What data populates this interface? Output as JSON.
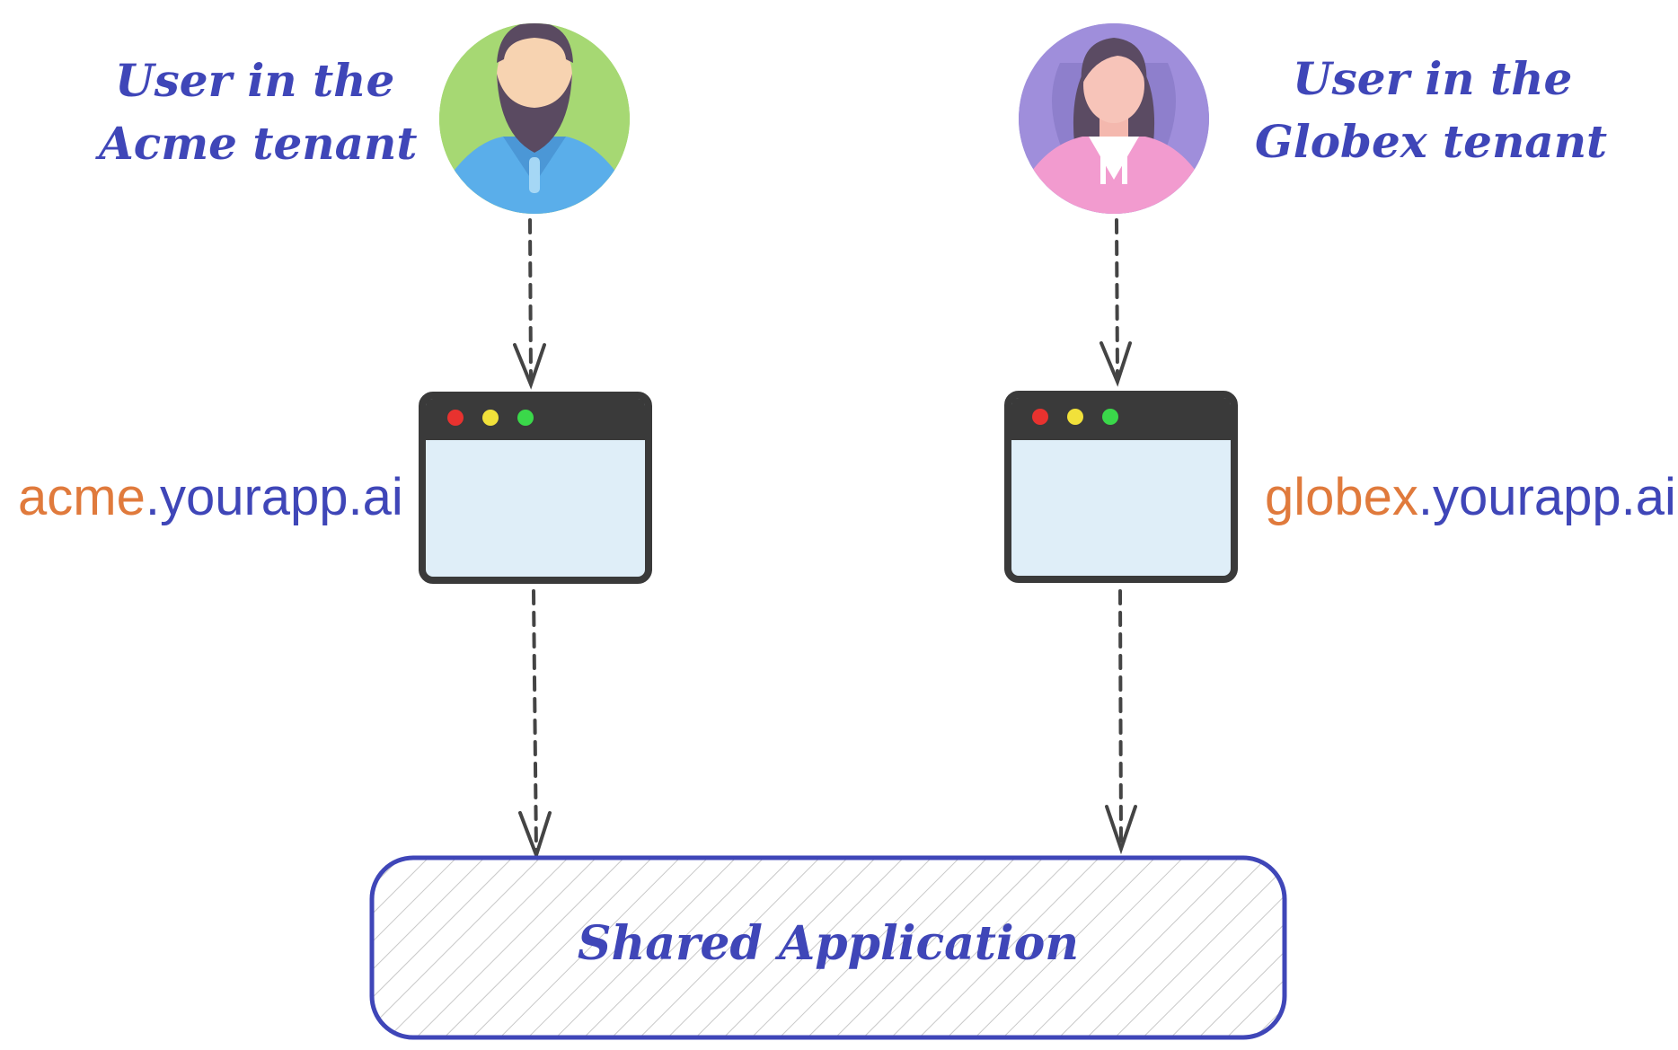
{
  "users": [
    {
      "line1": "User in the",
      "line2": "Acme tenant",
      "avatar_icon": "bearded-man-avatar-icon"
    },
    {
      "line1": "User in the",
      "line2": "Globex tenant",
      "avatar_icon": "woman-avatar-icon"
    }
  ],
  "domains": [
    {
      "subdomain": "acme",
      "suffix": ".yourapp.ai"
    },
    {
      "subdomain": "globex",
      "suffix": ".yourapp.ai"
    }
  ],
  "browser_icon": "browser-window-icon",
  "shared_app": {
    "label": "Shared Application"
  },
  "colors": {
    "label_blue": "#3f46b8",
    "subdomain_orange": "#e07a3c",
    "window_dark": "#3a3a3a",
    "window_body": "#dfeef8",
    "dot_red": "#e8322f",
    "dot_yellow": "#f1e13a",
    "dot_green": "#3ad84a"
  }
}
